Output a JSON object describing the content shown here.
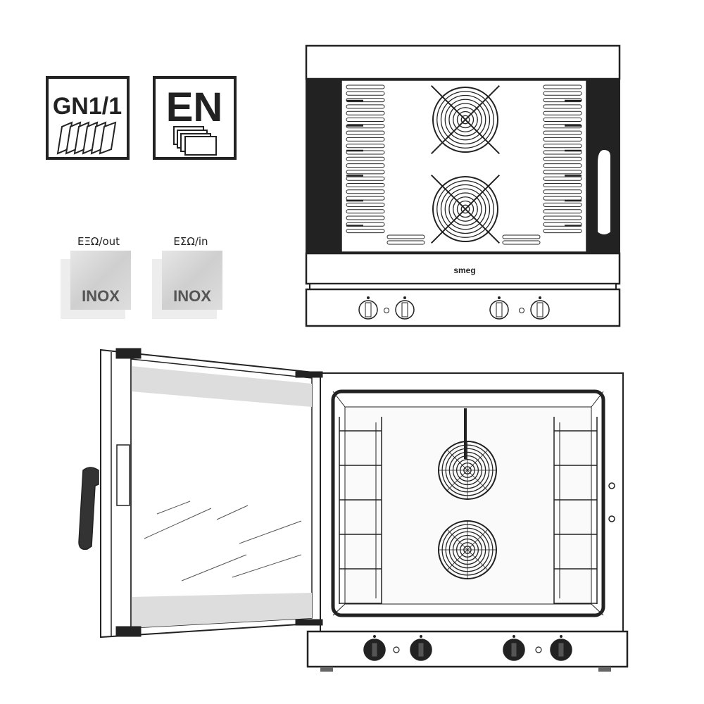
{
  "badges": {
    "gn": {
      "label": "GN1/1"
    },
    "en": {
      "label": "EN"
    }
  },
  "materials": [
    {
      "caption": "ΕΞΩ/out",
      "label": "INOX"
    },
    {
      "caption": "ΕΣΩ/in",
      "label": "INOX"
    }
  ],
  "brand": {
    "logo": "smeg"
  },
  "colors": {
    "line": "#222222",
    "steel": "#d4d4d4",
    "inox_text": "#555555"
  }
}
